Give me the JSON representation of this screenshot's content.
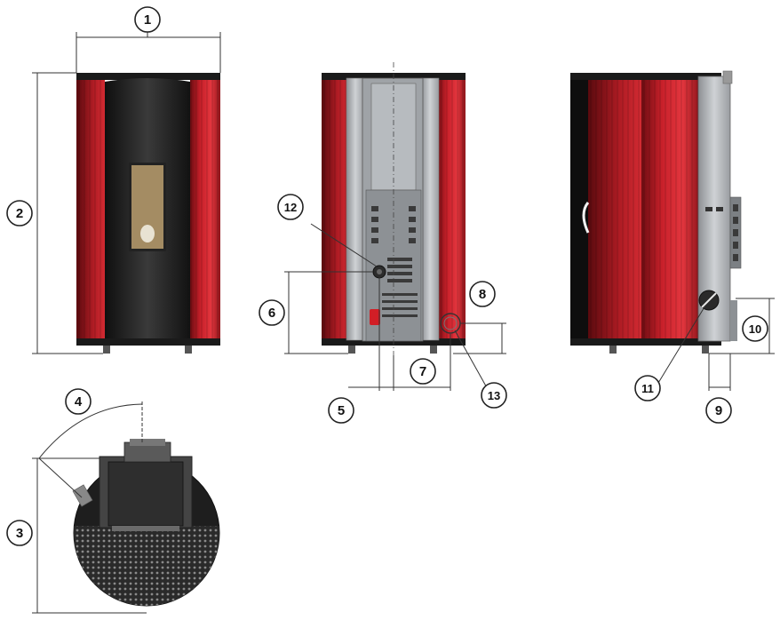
{
  "callouts": [
    {
      "id": "1",
      "label": "1"
    },
    {
      "id": "2",
      "label": "2"
    },
    {
      "id": "3",
      "label": "3"
    },
    {
      "id": "4",
      "label": "4"
    },
    {
      "id": "5",
      "label": "5"
    },
    {
      "id": "6",
      "label": "6"
    },
    {
      "id": "7",
      "label": "7"
    },
    {
      "id": "8",
      "label": "8"
    },
    {
      "id": "9",
      "label": "9"
    },
    {
      "id": "10",
      "label": "10"
    },
    {
      "id": "11",
      "label": "11"
    },
    {
      "id": "12",
      "label": "12"
    },
    {
      "id": "13",
      "label": "13"
    }
  ],
  "colors": {
    "red": "#c8202a",
    "red_dark": "#7a1016",
    "black": "#1c1c1c",
    "grey": "#b9bcc0",
    "grey_dark": "#6b6f73",
    "glass": "#a8916a",
    "line": "#333333"
  }
}
